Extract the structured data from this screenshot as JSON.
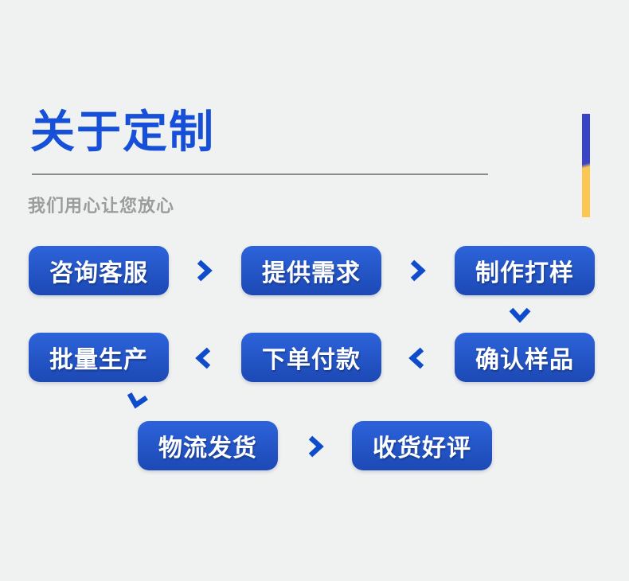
{
  "colors": {
    "background": "#f0f1f1",
    "title_blue": "#1750d8",
    "divider_gray": "#8b8b8b",
    "subtitle_gray": "#9c9c9c",
    "button_top": "#2d63da",
    "button_bottom": "#1c49b5",
    "arrow_blue": "#0e4ccb",
    "accent_blue": "#3843c8",
    "accent_yellow": "#fcc653"
  },
  "header": {
    "title": "关于定制",
    "subtitle": "我们用心让您放心"
  },
  "flow": {
    "steps": [
      {
        "label": "咨询客服"
      },
      {
        "label": "提供需求"
      },
      {
        "label": "制作打样"
      },
      {
        "label": "确认样品"
      },
      {
        "label": "下单付款"
      },
      {
        "label": "批量生产"
      },
      {
        "label": "物流发货"
      },
      {
        "label": "收货好评"
      }
    ],
    "arrows": [
      {
        "name": "arrow-right-icon",
        "from": "咨询客服",
        "to": "提供需求",
        "direction": "right"
      },
      {
        "name": "arrow-right-icon",
        "from": "提供需求",
        "to": "制作打样",
        "direction": "right"
      },
      {
        "name": "arrow-down-icon",
        "from": "制作打样",
        "to": "确认样品",
        "direction": "down"
      },
      {
        "name": "arrow-left-icon",
        "from": "确认样品",
        "to": "下单付款",
        "direction": "left"
      },
      {
        "name": "arrow-left-icon",
        "from": "下单付款",
        "to": "批量生产",
        "direction": "left"
      },
      {
        "name": "arrow-down-icon",
        "from": "批量生产",
        "to": "物流发货",
        "direction": "down"
      },
      {
        "name": "arrow-right-icon",
        "from": "物流发货",
        "to": "收货好评",
        "direction": "right"
      }
    ]
  }
}
